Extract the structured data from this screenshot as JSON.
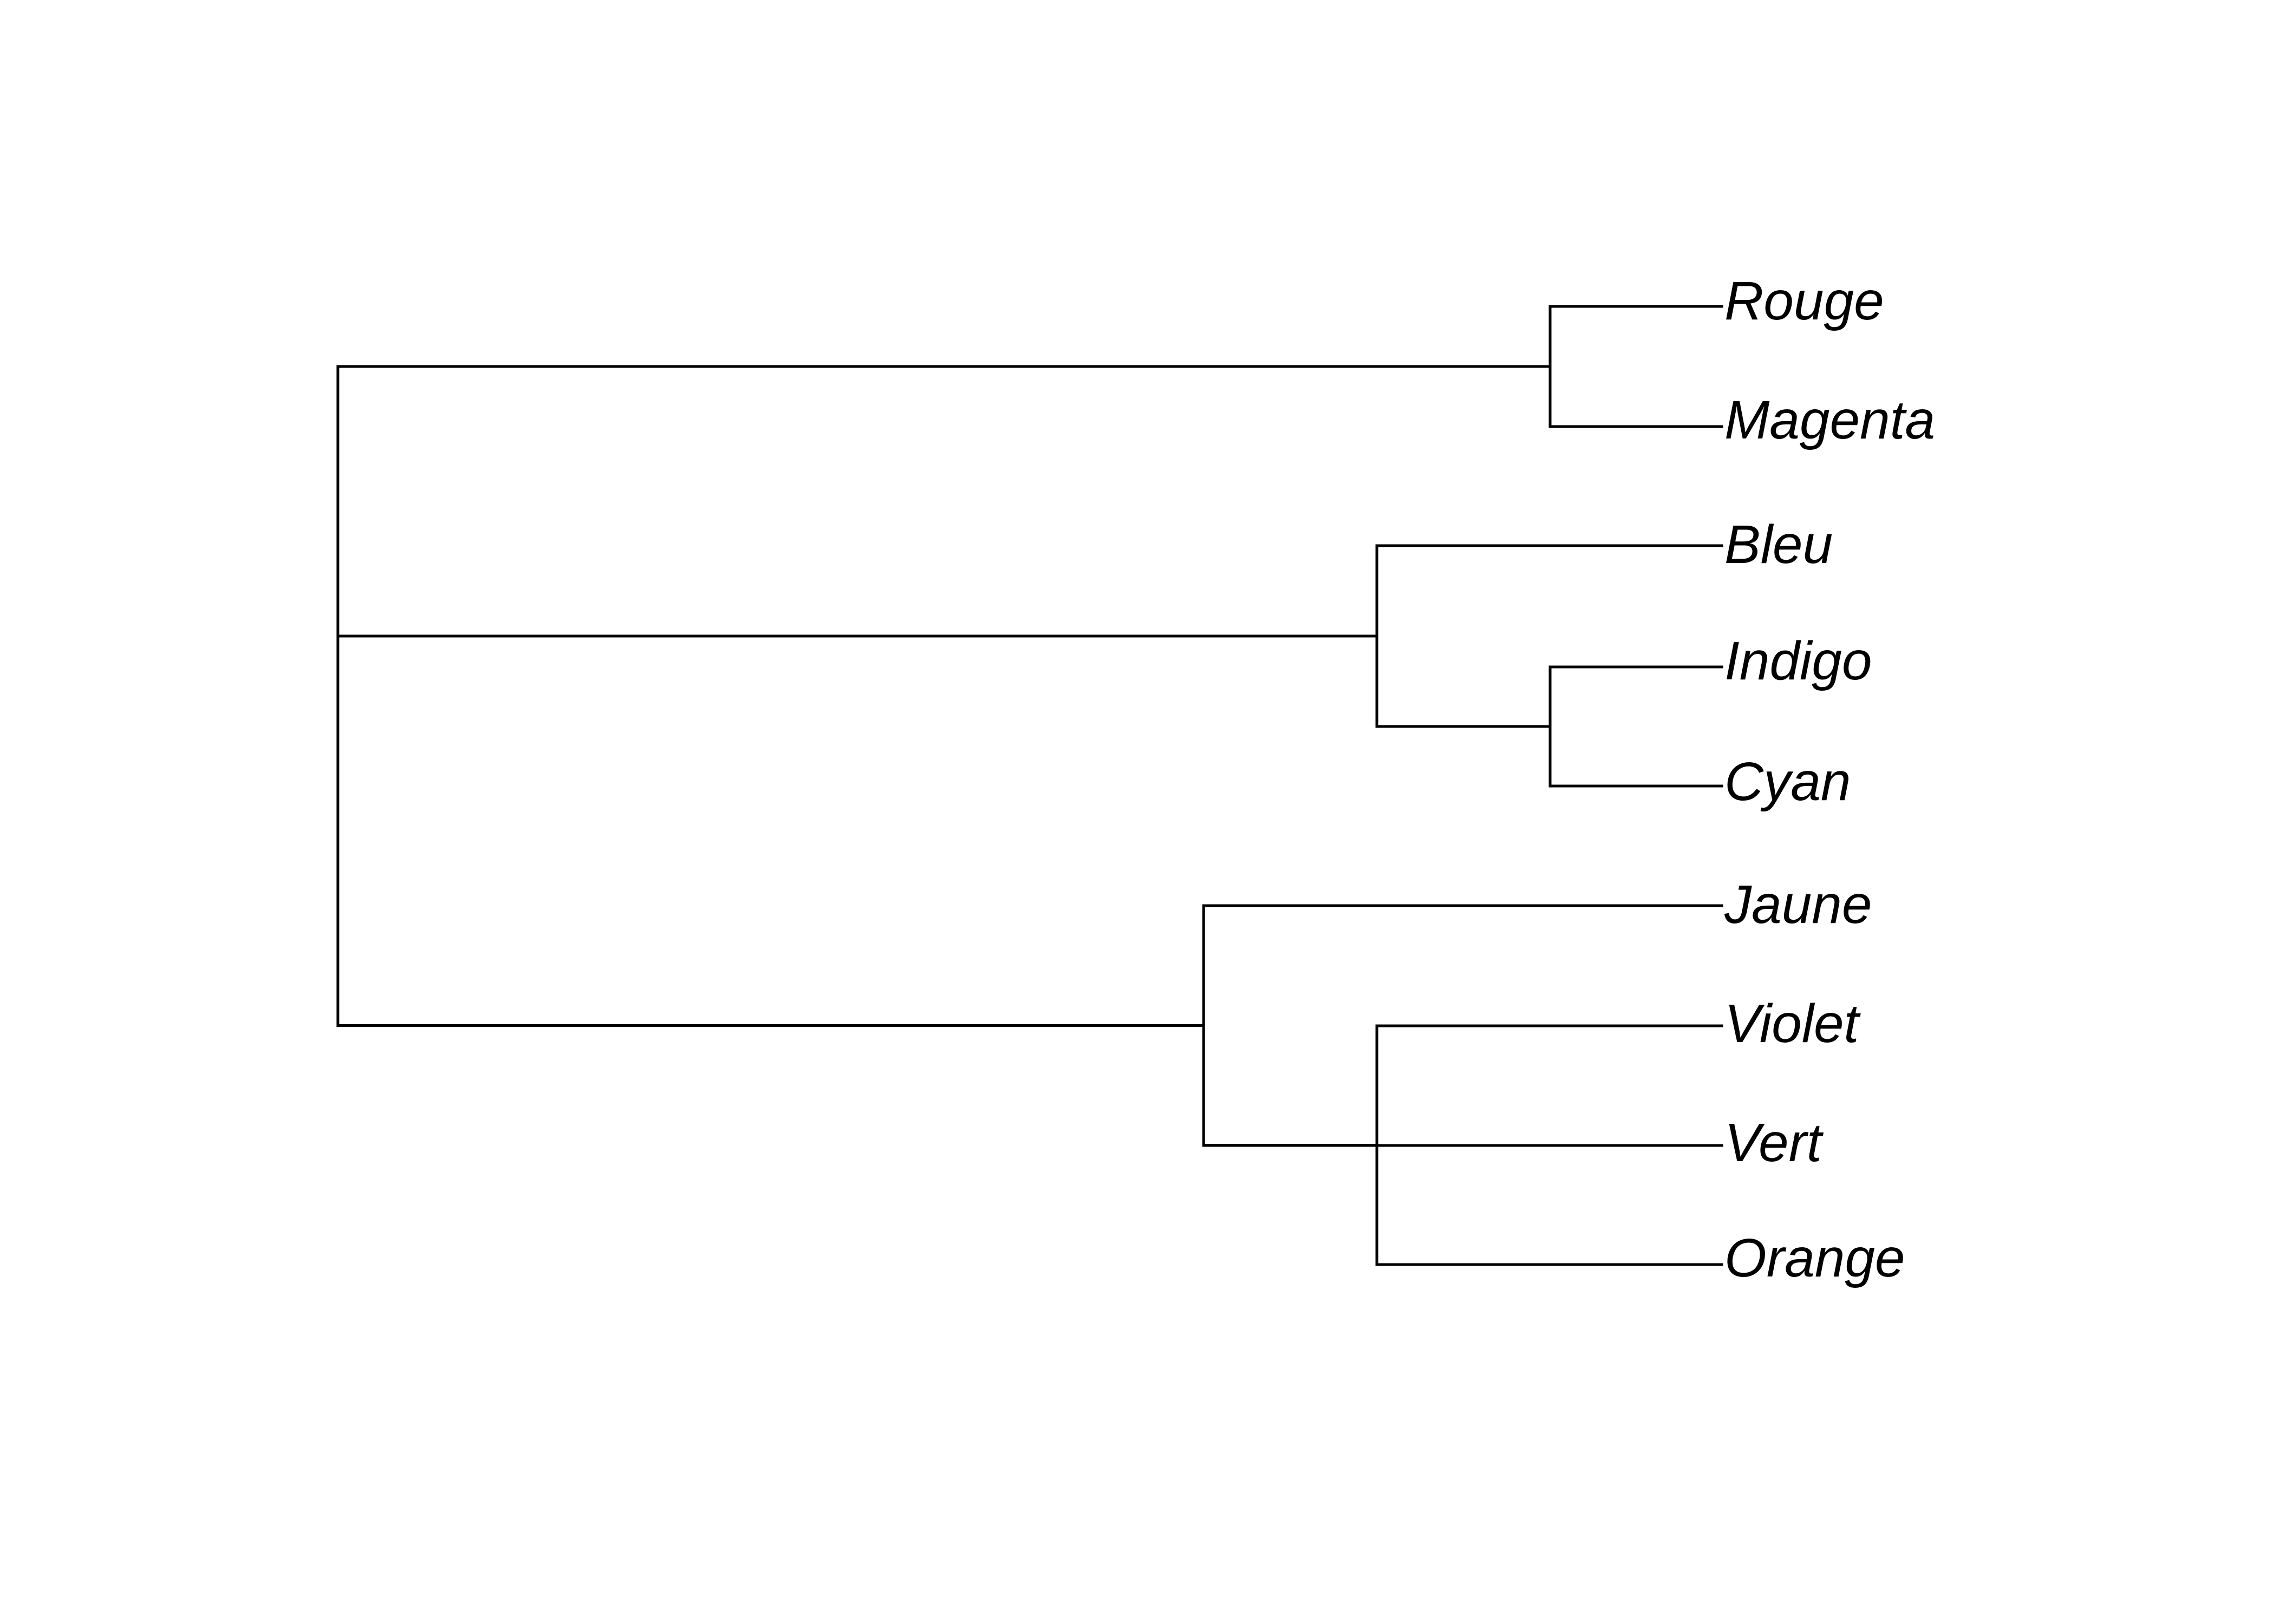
{
  "tree": {
    "layout": "rectangular-cladogram",
    "orientation": "root-left",
    "line_color": "#000000",
    "background": "#ffffff",
    "tips": [
      "Rouge",
      "Magenta",
      "Bleu",
      "Indigo",
      "Cyan",
      "Jaune",
      "Violet",
      "Vert",
      "Orange"
    ],
    "root": {
      "children": [
        {
          "depth": 7,
          "children": [
            "Rouge",
            "Magenta"
          ]
        },
        {
          "depth": 6,
          "children": [
            "Bleu",
            {
              "depth": 7,
              "children": [
                "Indigo",
                "Cyan"
              ]
            }
          ]
        },
        {
          "depth": 5,
          "children": [
            "Jaune",
            "Vert",
            {
              "depth": 6,
              "children": [
                "Violet",
                "Orange"
              ]
            }
          ]
        }
      ]
    }
  }
}
